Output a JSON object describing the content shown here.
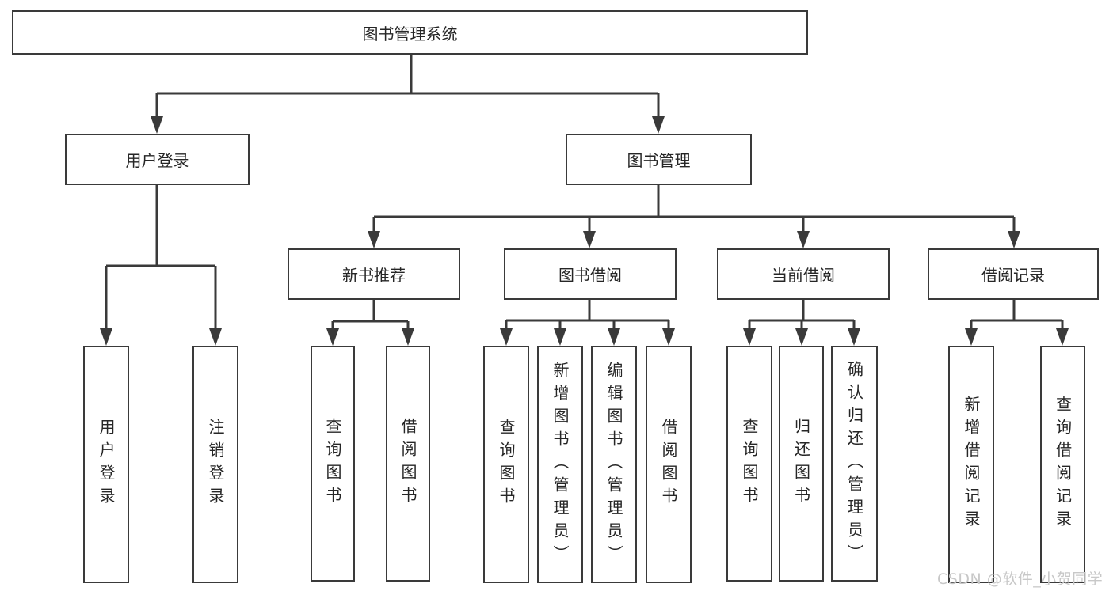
{
  "tree": {
    "root": {
      "label": "图书管理系统"
    },
    "branches": [
      {
        "label": "用户登录",
        "children": [
          {
            "label": "用户登录"
          },
          {
            "label": "注销登录"
          }
        ]
      },
      {
        "label": "图书管理",
        "sections": [
          {
            "label": "新书推荐",
            "children": [
              {
                "label": "查询图书"
              },
              {
                "label": "借阅图书"
              }
            ]
          },
          {
            "label": "图书借阅",
            "children": [
              {
                "label": "查询图书"
              },
              {
                "label": "新增图书（管理员）"
              },
              {
                "label": "编辑图书（管理员）"
              },
              {
                "label": "借阅图书"
              }
            ]
          },
          {
            "label": "当前借阅",
            "children": [
              {
                "label": "查询图书"
              },
              {
                "label": "归还图书"
              },
              {
                "label": "确认归还（管理员）"
              }
            ]
          },
          {
            "label": "借阅记录",
            "children": [
              {
                "label": "新增借阅记录"
              },
              {
                "label": "查询借阅记录"
              }
            ]
          }
        ]
      }
    ]
  },
  "watermark": {
    "text": "CSDN @软件_小贺同学"
  },
  "colors": {
    "line": "#3a3a3a",
    "text": "#262626",
    "box_background": "#ffffff",
    "page_background": "#ffffff",
    "watermark": "#c8c8c8"
  }
}
